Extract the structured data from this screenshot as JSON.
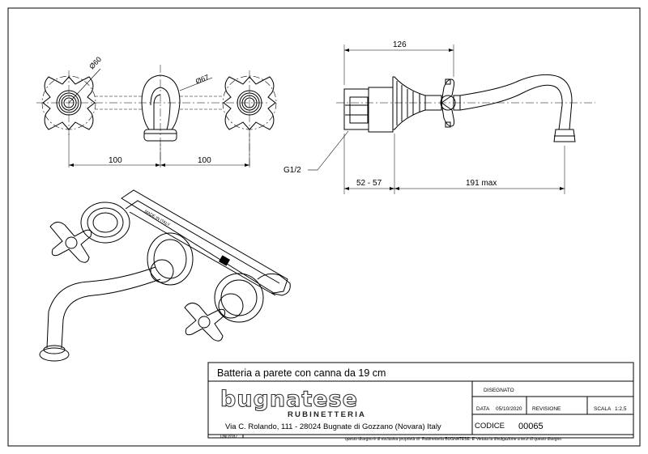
{
  "dimensions": {
    "dia_handle": "Ø60",
    "dia_escutcheon": "Ø67",
    "spacing_left": "100",
    "spacing_right": "100",
    "overall_depth": "126",
    "thread": "G1/2",
    "wall_adjust": "52 - 57",
    "spout_reach": "191 max"
  },
  "title_block": {
    "title": "Batteria a parete con canna da 19 cm",
    "brand": "bugnatese",
    "brand_sub": "RUBINETTERIA",
    "address": "Via C. Rolando, 111 - 28024 Bugnate di Gozzano (Novara) Italy",
    "disegnato_label": "DISEGNATO",
    "data_label": "DATA",
    "data_value": "05/10/2020",
    "revisione_label": "REVISIONE",
    "scala_label": "SCALA",
    "scala_value": "1:2,5",
    "codice_label": "CODICE",
    "codice_value": "00065",
    "uni": "UNI 8187",
    "disclaimer_left": "questo disegno è di esclusiva proprietà di",
    "disclaimer_right": "Rubinetteria BUGNATESE. E' vietata la divulgazione a terzi di questo disegno"
  }
}
